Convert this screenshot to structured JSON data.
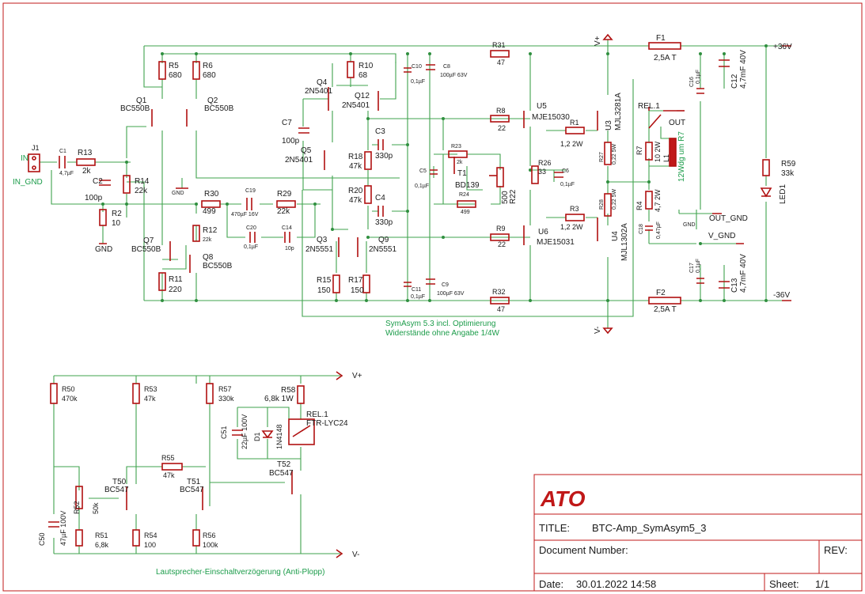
{
  "title_block": {
    "logo": "ATO",
    "title_label": "TITLE:",
    "title": "BTC-Amp_SymAsym5_3",
    "doc_label": "Document Number:",
    "rev_label": "REV:",
    "date_label": "Date:",
    "date": "30.01.2022 14:58",
    "sheet_label": "Sheet:",
    "sheet": "1/1"
  },
  "notes": {
    "main1": "SymAsym 5.3 incl. Optimierung",
    "main2": "Widerstände ohne Angabe 1/4W",
    "delay": "Lautsprecher-Einschaltverzögerung (Anti-Plopp)"
  },
  "nets": {
    "in": "IN",
    "in_gnd": "IN_GND",
    "out": "OUT",
    "out_gnd": "OUT_GND",
    "v_gnd": "V_GND",
    "p36": "+36V",
    "m36": "-36V",
    "vplus": "V+",
    "vminus": "V-",
    "gnd": "GND",
    "inductor": "12Wdg um R7"
  },
  "parts": {
    "J1": "J1",
    "C1": "C1",
    "C1v": "4,7µF",
    "R13": "R13",
    "R13v": "2k",
    "C2": "C2",
    "C2v": "100p",
    "R2": "R2",
    "R2v": "10",
    "R14": "R14",
    "R14v": "22k",
    "R5": "R5",
    "R5v": "680",
    "R6": "R6",
    "R6v": "680",
    "Q1": "Q1",
    "Q1v": "BC550B",
    "Q2": "Q2",
    "Q2v": "BC550B",
    "R30": "R30",
    "R30v": "499",
    "C19": "C19",
    "C19v": "470µF 16V",
    "R29": "R29",
    "R29v": "22k",
    "C20": "C20",
    "C20v": "0,1µF",
    "C14": "C14",
    "C14v": "10p",
    "R12": "R12",
    "R12v": "22k",
    "Q7": "Q7",
    "Q7v": "BC550B",
    "Q8": "Q8",
    "Q8v": "BC550B",
    "R11": "R11",
    "R11v": "220",
    "R10": "R10",
    "R10v": "68",
    "Q4": "Q4",
    "Q4v": "2N5401",
    "Q12": "Q12",
    "Q12v": "2N5401",
    "C7": "C7",
    "C7v": "100p",
    "Q5": "Q5",
    "Q5v": "2N5401",
    "C3": "C3",
    "C3v": "330p",
    "R18": "R18",
    "R18v": "47k",
    "R20": "R20",
    "R20v": "47k",
    "C4": "C4",
    "C4v": "330p",
    "Q3": "Q3",
    "Q3v": "2N5551",
    "Q9": "Q9",
    "Q9v": "2N5551",
    "R15": "R15",
    "R15v": "150",
    "R17": "R17",
    "R17v": "150",
    "C10": "C10",
    "C10v": "0,1µF",
    "C8": "C8",
    "C8v": "100µF 63V",
    "C11": "C11",
    "C11v": "0,1µF",
    "C9": "C9",
    "C9v": "100µF 63V",
    "R31": "R31",
    "R31v": "47",
    "R32": "R32",
    "R32v": "47",
    "R23": "R23",
    "R23v": "2k",
    "C5": "C5",
    "C5v": "0,1µF",
    "T1": "T1",
    "T1v": "BD139",
    "R24": "R24",
    "R24v": "499",
    "R22": "R22",
    "R22v": "500",
    "R26": "R26",
    "R26v": "33",
    "C6": "C6",
    "C6v": "0,1µF",
    "R8": "R8",
    "R8v": "22",
    "U5": "U5",
    "U5v": "MJE15030",
    "R9": "R9",
    "R9v": "22",
    "U6": "U6",
    "U6v": "MJE15031",
    "R1": "R1",
    "R1v": "1,2 2W",
    "R3": "R3",
    "R3v": "1,2 2W",
    "U3": "U3",
    "U3v": "MJL3281A",
    "U4": "U4",
    "U4v": "MJL1302A",
    "R27": "R27",
    "R27v": "0,22 5W",
    "R28": "R28",
    "R28v": "0,22 5W",
    "R7": "R7",
    "R7v": "10 2W",
    "L1": "L1",
    "R4": "R4",
    "R4v": "4,7 2W",
    "C18": "C18",
    "C18v": "0,47µF",
    "REL1": "REL.1",
    "F1": "F1",
    "F1v": "2,5A T",
    "F2": "F2",
    "F2v": "2,5A T",
    "C16": "C16",
    "C16v": "0,1µF",
    "C12": "C12",
    "C12v": "4,7mF 40V",
    "C17": "C17",
    "C17v": "0,1µF",
    "C13": "C13",
    "C13v": "4,7mF 40V",
    "R59": "R59",
    "R59v": "33k",
    "LED1": "LED1",
    "R50": "R50",
    "R50v": "470k",
    "R52": "R52",
    "R52v": "50k",
    "R51": "R51",
    "R51v": "6,8k",
    "C50": "C50",
    "C50v": "47µF 100V",
    "R53": "R53",
    "R53v": "47k",
    "T50": "T50",
    "T50v": "BC547",
    "R54": "R54",
    "R54v": "100",
    "R55": "R55",
    "R55v": "47k",
    "T51": "T51",
    "T51v": "BC547",
    "R56": "R56",
    "R56v": "100k",
    "R57": "R57",
    "R57v": "330k",
    "C51": "C51",
    "C51v": "22µF 100V",
    "D1": "D1",
    "D1v": "1N4148",
    "R58": "R58",
    "R58v": "6,8k 1W",
    "REL1b": "REL.1",
    "REL1bv": "FTR-LYC24",
    "T52": "T52",
    "T52v": "BC547"
  },
  "colors": {
    "wire": "#3fa34d",
    "component": "#b01010",
    "net_label": "#1c9c4a"
  }
}
